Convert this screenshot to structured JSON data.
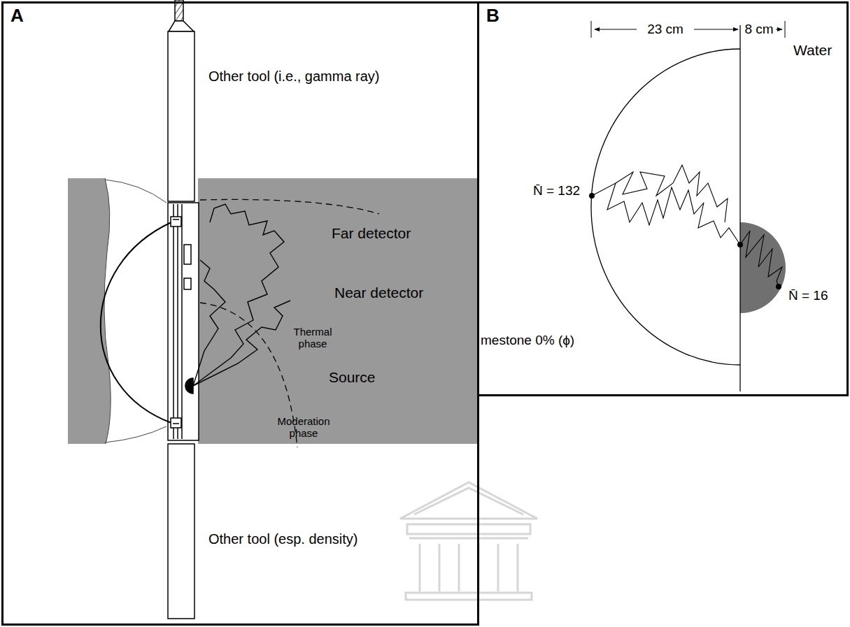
{
  "diagram": {
    "nodes": [
      {
        "text": [
          "A"
        ]
      },
      {
        "text": [
          "B"
        ]
      }
    ],
    "labels": [
      "Other tool (i.e., gamma ray)",
      "Far detector",
      "Near detector",
      "Thermal phase",
      "Source",
      "Moderation phase",
      "Other tool (esp. density)",
      "23 cm",
      "8 cm",
      "Water",
      "N̄ = 132",
      "N̄ = 16",
      "mestone 0% (ϕ)"
    ]
  }
}
